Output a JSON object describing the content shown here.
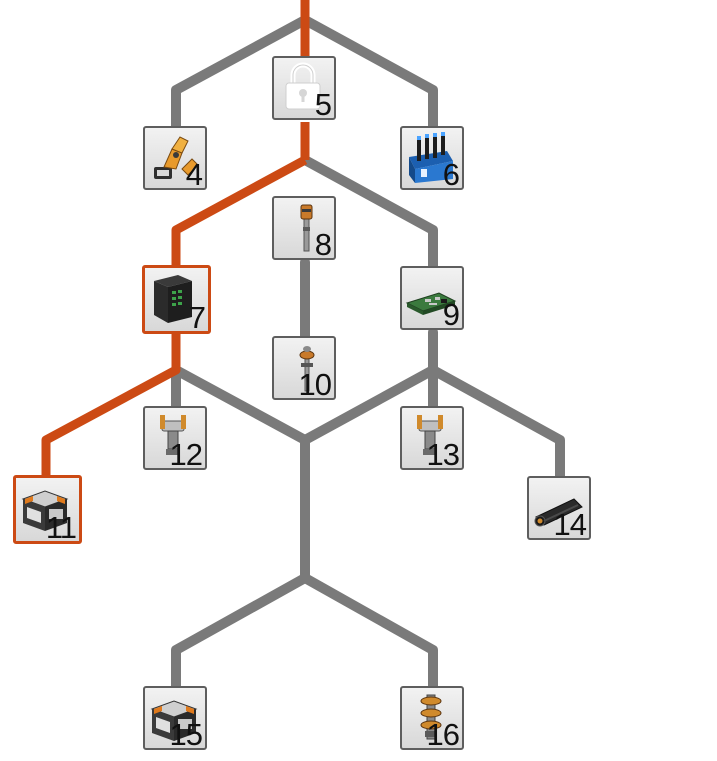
{
  "colors": {
    "edge": "#7a7a7a",
    "active_edge": "#cc4a14",
    "node_border": "#5e5e5e"
  },
  "nodes": [
    {
      "id": "5",
      "label": "5",
      "icon": "padlock-icon",
      "state": "locked"
    },
    {
      "id": "4",
      "label": "4",
      "icon": "robot-arm-icon"
    },
    {
      "id": "6",
      "label": "6",
      "icon": "fuel-rods-icon"
    },
    {
      "id": "8",
      "label": "8",
      "icon": "drill-bit-icon"
    },
    {
      "id": "7",
      "label": "7",
      "icon": "server-box-icon",
      "state": "selected"
    },
    {
      "id": "9",
      "label": "9",
      "icon": "circuit-board-icon"
    },
    {
      "id": "10",
      "label": "10",
      "icon": "probe-icon"
    },
    {
      "id": "12",
      "label": "12",
      "icon": "clamp-icon"
    },
    {
      "id": "13",
      "label": "13",
      "icon": "clamp-icon"
    },
    {
      "id": "11",
      "label": "11",
      "icon": "armored-crate-icon",
      "state": "selected"
    },
    {
      "id": "14",
      "label": "14",
      "icon": "cylinder-battery-icon"
    },
    {
      "id": "15",
      "label": "15",
      "icon": "armored-crate-icon"
    },
    {
      "id": "16",
      "label": "16",
      "icon": "stacked-coupling-icon"
    }
  ]
}
